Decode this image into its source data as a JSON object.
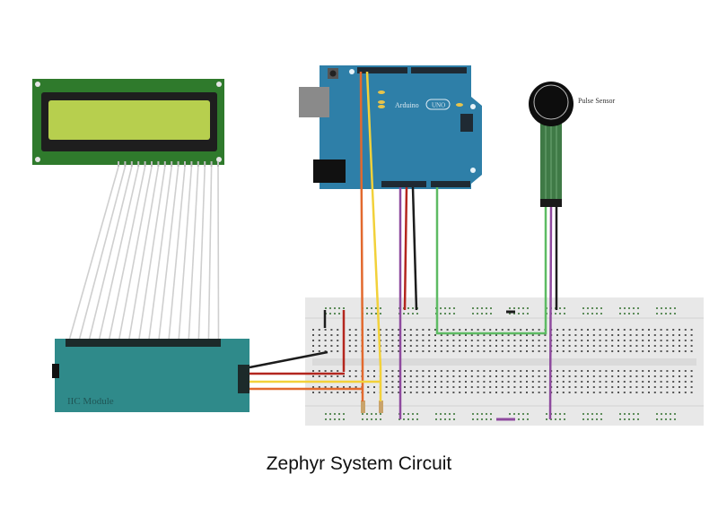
{
  "caption": "Zephyr System Circuit",
  "components": {
    "lcd": {
      "name": "16x2 LCD Display",
      "pins": 16
    },
    "arduino": {
      "board_label": "Arduino",
      "model_badge": "UNO"
    },
    "pulse_sensor": {
      "label": "Pulse Sensor"
    },
    "iic_module": {
      "label": "IIC Module",
      "pins": 16
    },
    "breadboard": {
      "name": "Breadboard"
    }
  },
  "wire_colors": {
    "red": "#b3261e",
    "orange": "#e2692e",
    "yellow": "#f2d13a",
    "black": "#1c1c1c",
    "green": "#5dbb63",
    "purple": "#8e4a9e",
    "ribbon": "#cfcfcf"
  },
  "colors": {
    "lcd_pcb": "#2f7a2c",
    "lcd_screen": "#b7cf4e",
    "arduino_pcb": "#2e7fa8",
    "iic_pcb": "#2f8a8a",
    "sensor_strip": "#3f7a46",
    "breadboard": "#e8e8e8"
  }
}
